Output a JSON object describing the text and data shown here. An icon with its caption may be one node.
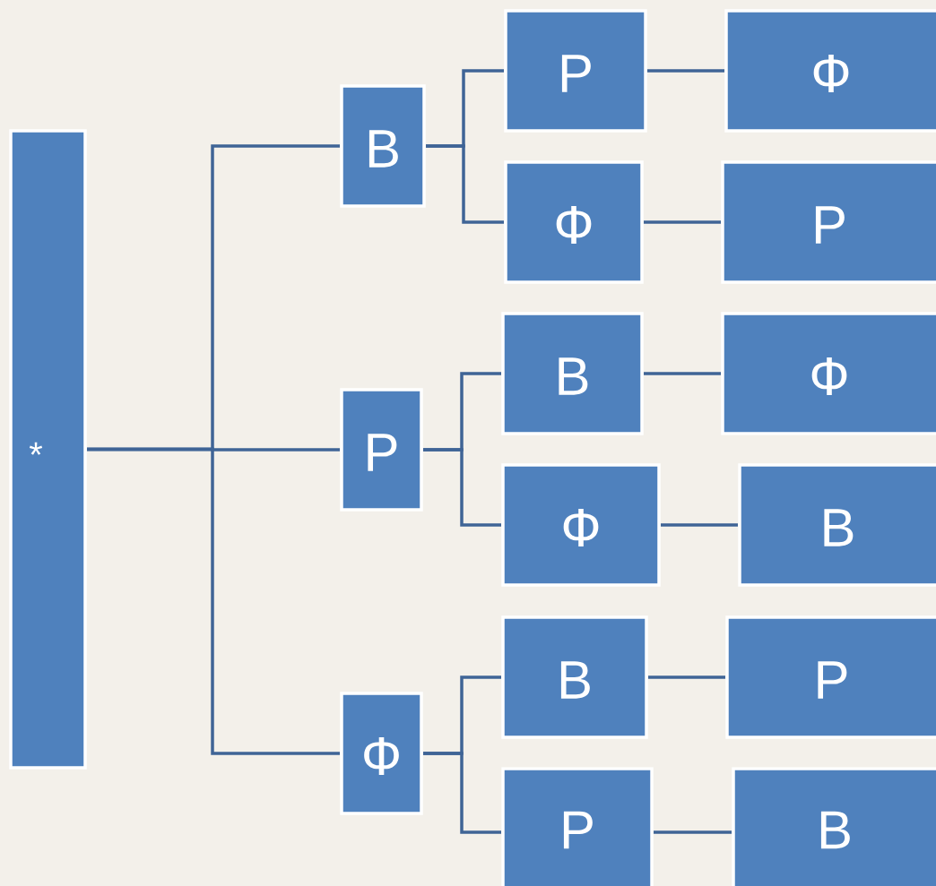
{
  "diagram": {
    "nodes": [
      {
        "text": [
          "*"
        ]
      },
      {
        "text": [
          "В"
        ]
      },
      {
        "text": [
          "Р"
        ]
      },
      {
        "text": [
          "Ф"
        ]
      },
      {
        "text": [
          "Р"
        ]
      },
      {
        "text": [
          "Ф"
        ]
      },
      {
        "text": [
          "В"
        ]
      },
      {
        "text": [
          "Ф"
        ]
      },
      {
        "text": [
          "В"
        ]
      },
      {
        "text": [
          "Р"
        ]
      },
      {
        "text": [
          "Ф"
        ]
      },
      {
        "text": [
          "Р"
        ]
      },
      {
        "text": [
          "Ф"
        ]
      },
      {
        "text": [
          "В"
        ]
      },
      {
        "text": [
          "Р"
        ]
      },
      {
        "text": [
          "В"
        ]
      }
    ],
    "edges": [
      {
        "from": 0,
        "to": 1,
        "arrow": "none"
      },
      {
        "from": 0,
        "to": 2,
        "arrow": "none"
      },
      {
        "from": 0,
        "to": 3,
        "arrow": "none"
      },
      {
        "from": 1,
        "to": 4,
        "arrow": "none"
      },
      {
        "from": 1,
        "to": 5,
        "arrow": "none"
      },
      {
        "from": 2,
        "to": 6,
        "arrow": "none"
      },
      {
        "from": 2,
        "to": 7,
        "arrow": "none"
      },
      {
        "from": 3,
        "to": 8,
        "arrow": "none"
      },
      {
        "from": 3,
        "to": 9,
        "arrow": "none"
      },
      {
        "from": 4,
        "to": 10,
        "arrow": "none"
      },
      {
        "from": 5,
        "to": 11,
        "arrow": "none"
      },
      {
        "from": 6,
        "to": 12,
        "arrow": "none"
      },
      {
        "from": 7,
        "to": 13,
        "arrow": "none"
      },
      {
        "from": 8,
        "to": 14,
        "arrow": "none"
      },
      {
        "from": 9,
        "to": 15,
        "arrow": "none"
      }
    ]
  }
}
